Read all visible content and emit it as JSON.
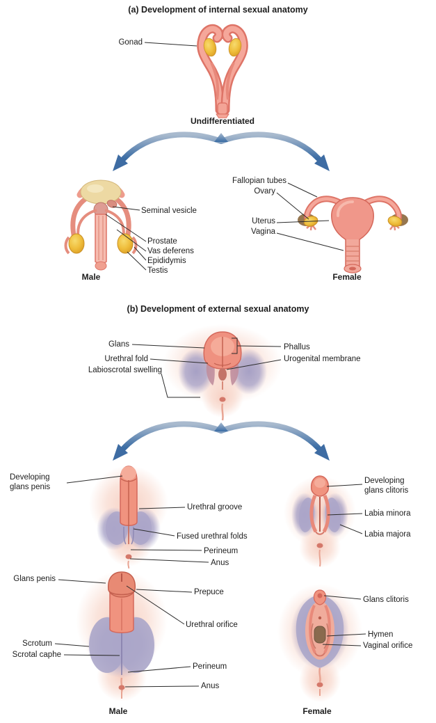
{
  "section_a": {
    "title": "(a) Development of internal sexual anatomy",
    "gonad": "Gonad",
    "undifferentiated_label": "Undifferentiated",
    "male": {
      "heading": "Male",
      "seminal_vesicle": "Seminal vesicle",
      "prostate": "Prostate",
      "vas_deferens": "Vas deferens",
      "epididymis": "Epididymis",
      "testis": "Testis"
    },
    "female": {
      "heading": "Female",
      "fallopian_tubes": "Fallopian tubes",
      "ovary": "Ovary",
      "uterus": "Uterus",
      "vagina": "Vagina"
    }
  },
  "section_b": {
    "title": "(b) Development of external sexual anatomy",
    "undifferentiated": {
      "glans": "Glans",
      "urethral_fold": "Urethral fold",
      "labioscrotal_swelling": "Labioscrotal swelling",
      "phallus": "Phallus",
      "urogenital_membrane": "Urogenital membrane"
    },
    "developing": {
      "developing_glans_penis": "Developing glans penis",
      "urethral_groove": "Urethral groove",
      "fused_urethral_folds": "Fused urethral folds",
      "perineum": "Perineum",
      "anus": "Anus",
      "developing_glans_clitoris": "Developing glans clitoris",
      "labia_minora": "Labia minora",
      "labia_majora": "Labia majora"
    },
    "adult": {
      "glans_penis": "Glans penis",
      "prepuce": "Prepuce",
      "urethral_orifice": "Urethral orifice",
      "scrotum": "Scrotum",
      "scrotal_caphe": "Scrotal caphe",
      "perineum": "Perineum",
      "anus": "Anus",
      "glans_clitoris": "Glans clitoris",
      "hymen": "Hymen",
      "vaginal_orifice": "Vaginal orifice",
      "male_heading": "Male",
      "female_heading": "Female"
    }
  },
  "colors": {
    "skin_salmon": "#F0937F",
    "skin_light": "#F6BCB0",
    "skin_outline": "#D4685B",
    "gonad_gold": "#EFBE3C",
    "swelling_lavender": "#ABA6C9",
    "arrow_blue": "#3E6CA3",
    "ovary_backing_brown": "#96764F",
    "callout_line": "#2B2B2B",
    "text": "#1C1C1C"
  }
}
